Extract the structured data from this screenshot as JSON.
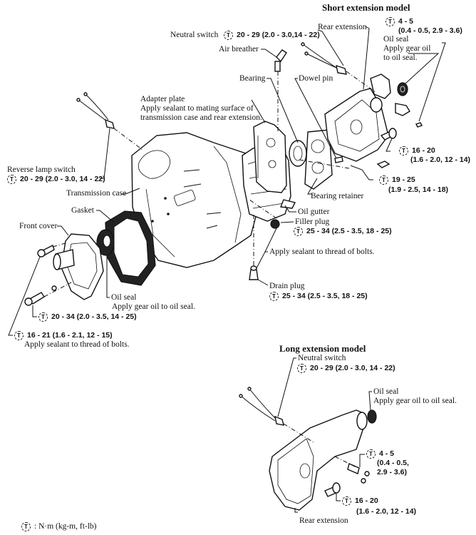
{
  "headings": {
    "short_model": "Short extension model",
    "long_model": "Long extension model"
  },
  "torque_symbol": "T",
  "short_extension": {
    "neutral_switch": {
      "label": "Neutral switch",
      "torque": "20 - 29 (2.0 - 3.0,14 - 22)"
    },
    "rear_extension": "Rear extension",
    "bolt_top": {
      "torque_1": "4 - 5",
      "torque_2": "(0.4 - 0.5, 2.9 - 3.6)"
    },
    "oil_seal": {
      "label": "Oil seal",
      "note_1": "Apply gear oil",
      "note_2": "to oil seal."
    },
    "air_breather": "Air breather",
    "bearing": "Bearing",
    "dowel_pin": "Dowel pin",
    "adapter_plate": {
      "label": "Adapter plate",
      "note_1": "Apply sealant to mating surface of",
      "note_2": "transmission case and rear extension."
    },
    "bolt_extension": {
      "torque_1": "16 - 20",
      "torque_2": "(1.6 - 2.0, 12 - 14)"
    },
    "bolt_retainer": {
      "torque_1": "19 - 25",
      "torque_2": "(1.9 - 2.5, 14 - 18)"
    },
    "bearing_retainer": "Bearing retainer",
    "oil_gutter": "Oil gutter"
  },
  "main": {
    "reverse_lamp_switch": {
      "label": "Reverse lamp switch",
      "torque": "20 - 29 (2.0 - 3.0, 14 - 22)"
    },
    "transmission_case": "Transmission case",
    "gasket": "Gasket",
    "front_cover": "Front cover",
    "filler_plug": {
      "label": "Filler plug",
      "torque": "25 - 34 (2.5 - 3.5, 18 - 25)"
    },
    "sealant_bolts": "Apply sealant to thread of bolts.",
    "drain_plug": {
      "label": "Drain plug",
      "torque": "25 - 34 (2.5 - 3.5, 18 - 25)"
    },
    "front_oil_seal": {
      "label": "Oil seal",
      "note": "Apply gear oil to oil seal."
    },
    "front_bolt_lower": {
      "torque": "20 - 34 (2.0 - 3.5, 14 - 25)"
    },
    "front_bolt_upper": {
      "torque": "16 - 21 (1.6 - 2.1, 12 - 15)",
      "note": "Apply sealant to thread of bolts."
    }
  },
  "long_extension": {
    "neutral_switch": {
      "label": "Neutral switch",
      "torque": "20 - 29 (2.0 - 3.0, 14 - 22)"
    },
    "oil_seal": {
      "label": "Oil seal",
      "note": "Apply gear oil to oil seal."
    },
    "bolt_small": {
      "torque_1": "4 - 5",
      "torque_2": "(0.4 - 0.5,",
      "torque_3": "2.9 - 3.6)"
    },
    "bolt_large": {
      "torque_1": "16 - 20",
      "torque_2": "(1.6 - 2.0, 12 - 14)"
    },
    "rear_extension": "Rear extension"
  },
  "legend": {
    "symbol": "T",
    "text": ": N·m (kg-m, ft-lb)"
  }
}
